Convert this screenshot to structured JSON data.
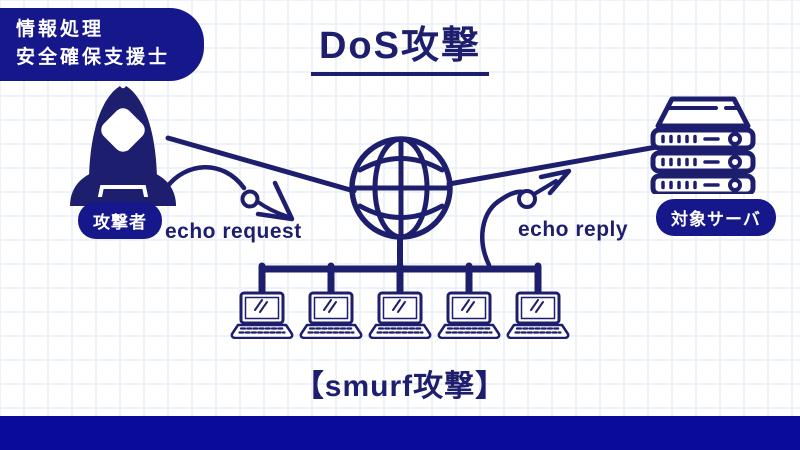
{
  "colors": {
    "ink": "#1e1e6e",
    "badge_bg": "#17178c",
    "bar": "#0b0b9b",
    "grid_line": "#edf1f8",
    "background": "#ffffff"
  },
  "header": {
    "badge_line1": "情報処理",
    "badge_line2": "安全確保支援士",
    "title": "DoS攻撃"
  },
  "diagram": {
    "attacker_label": "攻撃者",
    "server_label": "対象サーバ",
    "request_label": "echo request",
    "reply_label": "echo reply",
    "bot_count": 5,
    "icons": {
      "attacker": "hooded-attacker-icon",
      "network": "globe-icon",
      "target": "server-rack-icon",
      "bot": "laptop-icon",
      "request_arrow": "curved-arrow-down-right-icon",
      "reply_arrow": "curved-arrow-up-right-icon"
    }
  },
  "footer": {
    "caption": "【smurf攻撃】"
  }
}
